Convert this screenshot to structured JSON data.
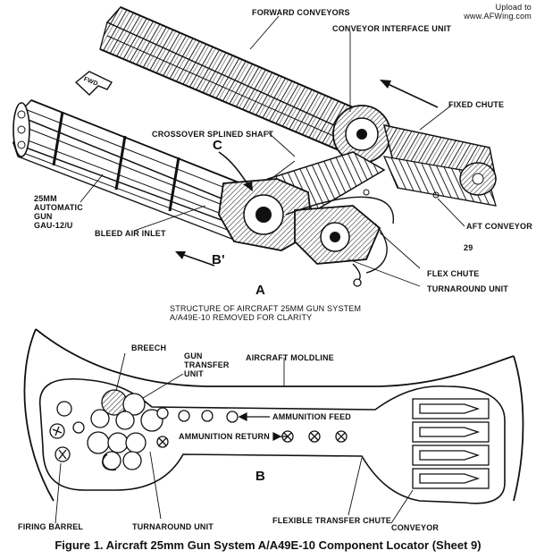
{
  "watermark": {
    "line1": "Upload to",
    "line2": "www.AFWing.com"
  },
  "labels": {
    "forward_conveyors": "FORWARD CONVEYORS",
    "conveyor_interface_unit": "CONVEYOR INTERFACE UNIT",
    "fwd": "FWD",
    "fixed_chute": "FIXED CHUTE",
    "crossover_splined_shaft": "CROSSOVER SPLINED SHAFT",
    "c": "C",
    "gun_name": "25MM\nAUTOMATIC\nGUN\nGAU-12/U",
    "bleed_air_inlet": "BLEED AIR INLET",
    "aft_conveyor": "AFT CONVEYOR",
    "num_29": "29",
    "b_prime": "B'",
    "flex_chute": "FLEX CHUTE",
    "turnaround_unit_a": "TURNAROUND UNIT",
    "a": "A",
    "structure_note": "STRUCTURE OF AIRCRAFT 25MM GUN SYSTEM\nA/A49E-10 REMOVED FOR CLARITY",
    "breech": "BREECH",
    "gun_transfer_unit": "GUN\nTRANSFER\nUNIT",
    "aircraft_moldline": "AIRCRAFT MOLDLINE",
    "ammunition_feed": "AMMUNITION FEED",
    "ammunition_return": "AMMUNITION RETURN",
    "b": "B",
    "firing_barrel": "FIRING BARREL",
    "turnaround_unit_b": "TURNAROUND UNIT",
    "flexible_transfer_chute": "FLEXIBLE TRANSFER CHUTE",
    "conveyor": "CONVEYOR"
  },
  "caption": "Figure 1. Aircraft 25mm Gun System A/A49E-10 Component Locator (Sheet 9)"
}
